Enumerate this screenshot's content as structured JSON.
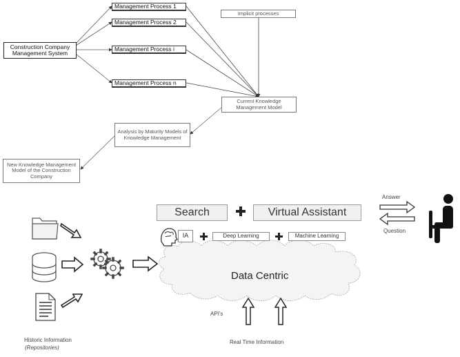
{
  "top_diagram": {
    "root": "Construction Company Management System",
    "processes": [
      "Management Process 1",
      "Management Process 2",
      "Management Process i",
      "Management Process n"
    ],
    "implicit": "Implicit processes",
    "current_model": "Current Knowledge Management Model",
    "analysis": "Analysis by Maturity Models of Knowledge Management",
    "new_model": "New Knowledge Management Model of the Construction Company"
  },
  "bottom_diagram": {
    "search": "Search",
    "virtual_assistant": "Virtual Assistant",
    "ia": "IA",
    "deep_learning": "Deep Learning",
    "machine_learning": "Machine Learning",
    "data_centric": "Data Centric",
    "answer": "Answer",
    "question": "Question",
    "apis": "API's",
    "real_time": "Real Time Information",
    "historic": "Historic Information",
    "repositories": "(Repositories)"
  },
  "icons": [
    "folder-icon",
    "database-icon",
    "document-icon",
    "gears-icon",
    "brain-icon",
    "person-seated-icon"
  ]
}
